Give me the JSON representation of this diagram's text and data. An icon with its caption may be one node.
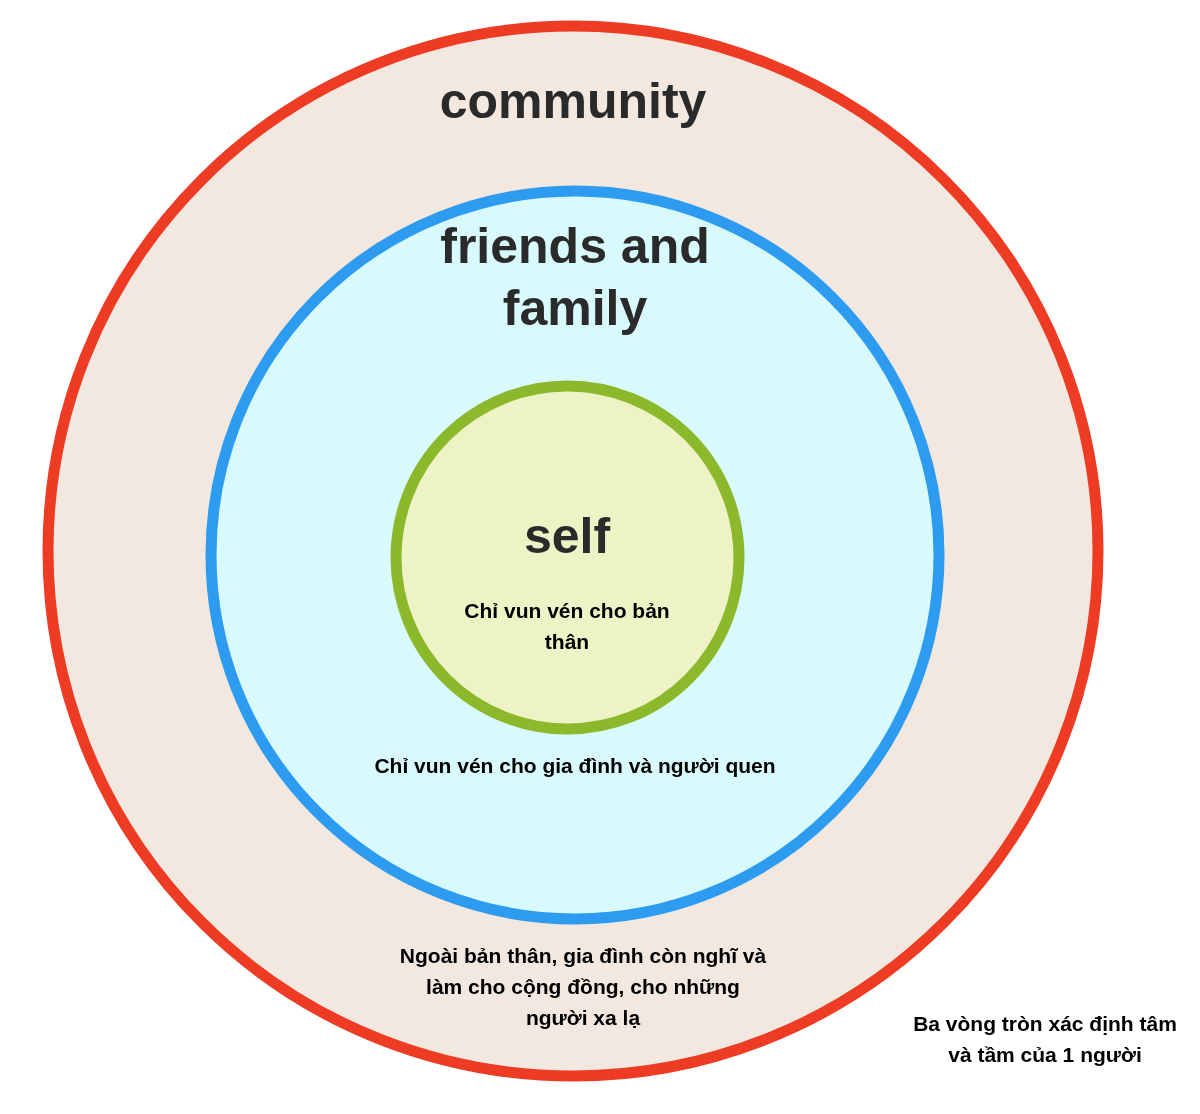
{
  "diagram": {
    "nodes": [
      {
        "text": [
          "community",
          "Ngoài bản thân, gia đình còn nghĩ và làm cho cộng đồng, cho những người xa lạ"
        ]
      },
      {
        "text": [
          "friends and family",
          "Chỉ vun vén cho gia đình và người quen"
        ],
        "in": 0
      },
      {
        "text": [
          "self",
          "Chỉ vun vén cho bản thân"
        ],
        "in": 1
      }
    ],
    "labels": [
      "Ba vòng tròn xác định tâm và tầm của 1 người"
    ]
  }
}
